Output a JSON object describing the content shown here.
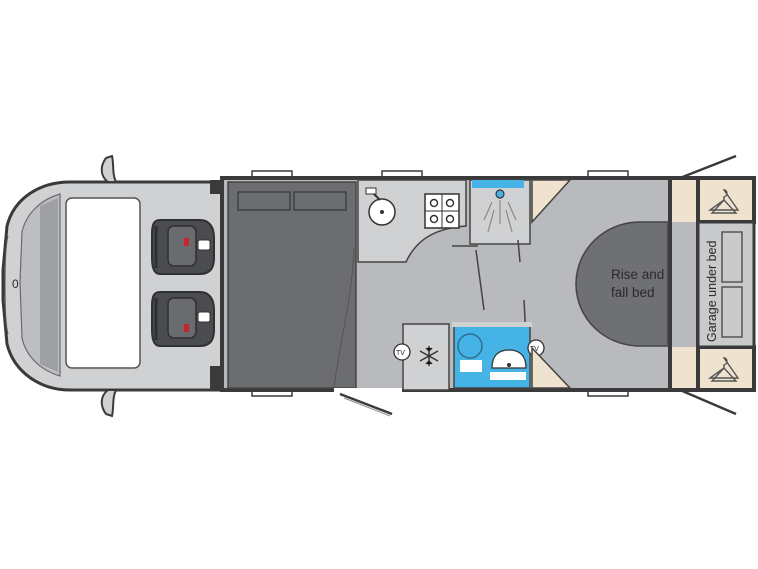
{
  "labels": {
    "bed_line1": "Rise and",
    "bed_line2": "fall bed",
    "garage": "Garage under bed",
    "tv_left": "TV",
    "tv_right": "TV",
    "dash_mark": "0"
  },
  "icons": [
    "steering-wheel-icon",
    "hob-icon",
    "sink-icon",
    "shower-icon",
    "toilet-icon",
    "basin-icon",
    "snowflake-icon",
    "tv-icon",
    "hanger-icon",
    "seat-icon"
  ],
  "colors": {
    "outline": "#3a3a3a",
    "floor": "#b9babd",
    "cab": "#d0d1d3",
    "bed": "#6c6d70",
    "rise_bed": "#6f7073",
    "washroom": "#46b3e6",
    "wardrobe": "#efe3d0",
    "seat": "#4b4c4f",
    "accent_red": "#cc2229"
  }
}
